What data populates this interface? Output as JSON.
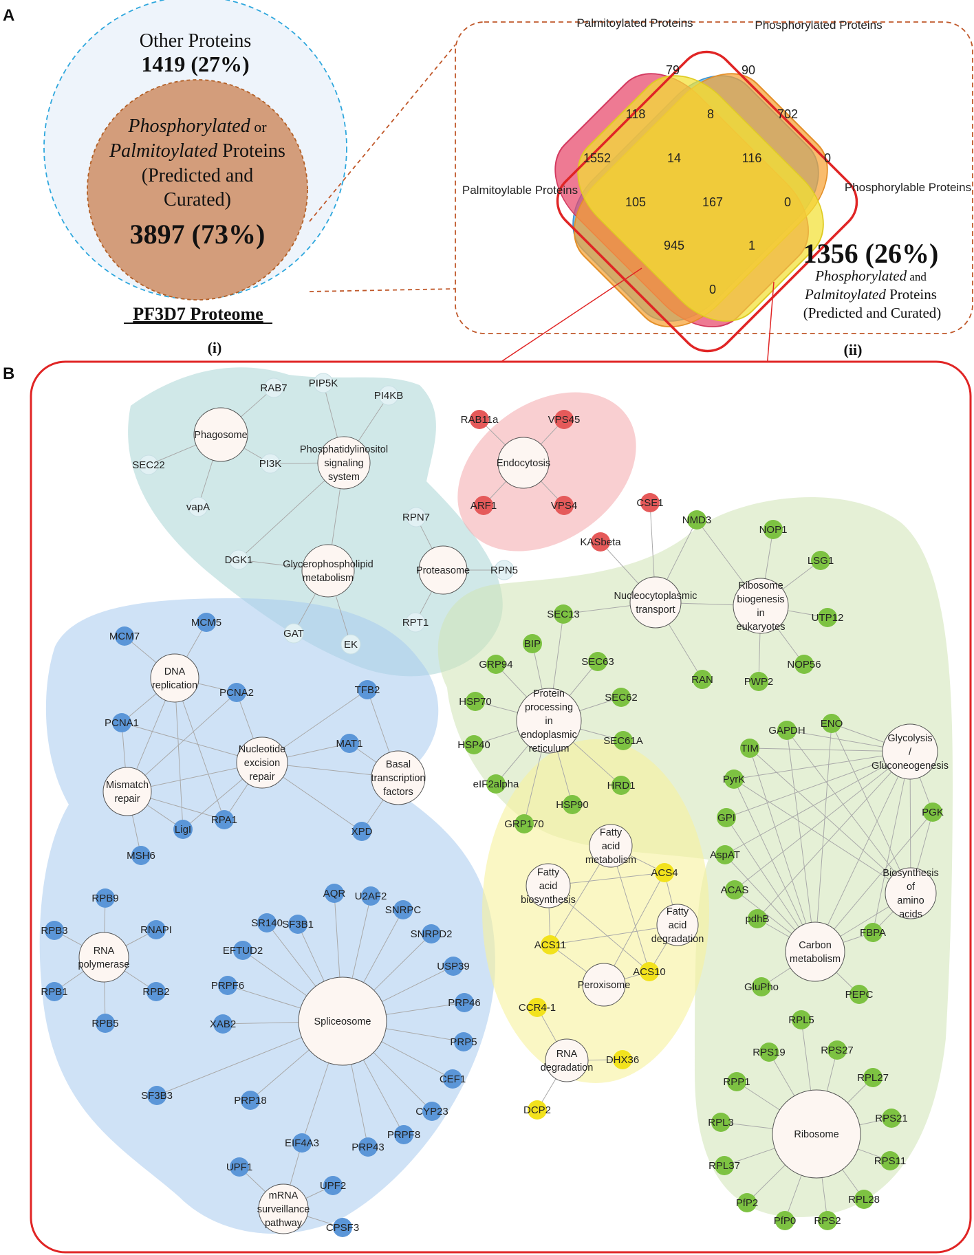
{
  "panels": {
    "a": "A",
    "b": "B",
    "i": "(i)",
    "ii": "(ii)"
  },
  "proteome": {
    "other_label": "Other Proteins",
    "other_count": "1419 (27%)",
    "inner_line1_italic": "Phosphorylated",
    "inner_line1_rest": " or",
    "inner_line2_italic": "Palmitoylated",
    "inner_line2_rest": " Proteins",
    "inner_line3": "(Predicted and",
    "inner_line4": "Curated)",
    "inner_count": "3897 (73%)",
    "caption": "PF3D7 Proteome"
  },
  "venn": {
    "set_labels": {
      "palmitoylated": "Palmitoylated Proteins",
      "phosphorylated": "Phosphorylated Proteins",
      "palmitoylable": "Palmitoylable Proteins",
      "phosphorylable": "Phosphorylable Proteins"
    },
    "counts": [
      "79",
      "90",
      "118",
      "8",
      "702",
      "1552",
      "14",
      "116",
      "0",
      "105",
      "167",
      "0",
      "945",
      "1",
      "0"
    ],
    "highlight_count": "1356 (26%)",
    "highlight_line1_italic": "Phosphorylated",
    "highlight_line1_rest": " and",
    "highlight_line2_italic": "Palmitoylated",
    "highlight_line2_rest": " Proteins",
    "highlight_line3": "(Predicted and Curated)"
  },
  "colors": {
    "blue_node": "#5b96d8",
    "green_node": "#7dc242",
    "red_node": "#e55a5a",
    "yellow_node": "#f2e21d",
    "hub_fill": "#fdf6f2",
    "frame_red": "#e02525",
    "venn_blue": "#4aa8e6",
    "venn_red": "#e8466a",
    "venn_orange": "#f7a234",
    "venn_yellow": "#f3e033"
  },
  "network": {
    "hubs": [
      {
        "id": "phago",
        "lines": [
          "Phagosome"
        ]
      },
      {
        "id": "pis",
        "lines": [
          "Phosphatidylinositol",
          "signaling",
          "system"
        ]
      },
      {
        "id": "glyc",
        "lines": [
          "Glycerophospholipid",
          "metabolism"
        ]
      },
      {
        "id": "prot",
        "lines": [
          "Proteasome"
        ]
      },
      {
        "id": "endo",
        "lines": [
          "Endocytosis"
        ]
      },
      {
        "id": "nct",
        "lines": [
          "Nucleocytoplasmic",
          "transport"
        ]
      },
      {
        "id": "ribbio",
        "lines": [
          "Ribosome",
          "biogenesis",
          "in",
          "eukaryotes"
        ]
      },
      {
        "id": "dna",
        "lines": [
          "DNA",
          "replication"
        ]
      },
      {
        "id": "ner",
        "lines": [
          "Nucleotide",
          "excision",
          "repair"
        ]
      },
      {
        "id": "mmr",
        "lines": [
          "Mismatch",
          "repair"
        ]
      },
      {
        "id": "btf",
        "lines": [
          "Basal",
          "transcription",
          "factors"
        ]
      },
      {
        "id": "ppe",
        "lines": [
          "Protein",
          "processing",
          "in",
          "endoplasmic",
          "reticulum"
        ]
      },
      {
        "id": "glycolysis",
        "lines": [
          "Glycolysis",
          "/",
          "Gluconeogenesis"
        ]
      },
      {
        "id": "fam",
        "lines": [
          "Fatty",
          "acid",
          "metabolism"
        ]
      },
      {
        "id": "fab",
        "lines": [
          "Fatty",
          "acid",
          "biosynthesis"
        ]
      },
      {
        "id": "fad",
        "lines": [
          "Fatty",
          "acid",
          "degradation"
        ]
      },
      {
        "id": "perox",
        "lines": [
          "Peroxisome"
        ]
      },
      {
        "id": "rnadeg",
        "lines": [
          "RNA",
          "degradation"
        ]
      },
      {
        "id": "aa",
        "lines": [
          "Biosynthesis",
          "of",
          "amino",
          "acids"
        ]
      },
      {
        "id": "carbon",
        "lines": [
          "Carbon",
          "metabolism"
        ]
      },
      {
        "id": "rnapol",
        "lines": [
          "RNA",
          "polymerase"
        ]
      },
      {
        "id": "splice",
        "lines": [
          "Spliceosome"
        ]
      },
      {
        "id": "ribo",
        "lines": [
          "Ribosome"
        ]
      },
      {
        "id": "mrna",
        "lines": [
          "mRNA",
          "surveillance",
          "pathway"
        ]
      }
    ],
    "genes": [
      {
        "label": "RAB7",
        "group": "teal"
      },
      {
        "label": "PIP5K",
        "group": "teal"
      },
      {
        "label": "PI4KB",
        "group": "teal"
      },
      {
        "label": "SEC22",
        "group": "teal"
      },
      {
        "label": "PI3K",
        "group": "teal"
      },
      {
        "label": "vapA",
        "group": "teal"
      },
      {
        "label": "DGK1",
        "group": "teal"
      },
      {
        "label": "RPN7",
        "group": "teal"
      },
      {
        "label": "RPN5",
        "group": "teal"
      },
      {
        "label": "RPT1",
        "group": "teal"
      },
      {
        "label": "GAT",
        "group": "teal"
      },
      {
        "label": "EK",
        "group": "teal"
      },
      {
        "label": "RAB11a",
        "group": "red"
      },
      {
        "label": "VPS45",
        "group": "red"
      },
      {
        "label": "ARF1",
        "group": "red"
      },
      {
        "label": "VPS4",
        "group": "red"
      },
      {
        "label": "CSE1",
        "group": "red"
      },
      {
        "label": "KASbeta",
        "group": "red"
      },
      {
        "label": "NMD3",
        "group": "green"
      },
      {
        "label": "NOP1",
        "group": "green"
      },
      {
        "label": "LSG1",
        "group": "green"
      },
      {
        "label": "UTP12",
        "group": "green"
      },
      {
        "label": "NOP56",
        "group": "green"
      },
      {
        "label": "PWP2",
        "group": "green"
      },
      {
        "label": "RAN",
        "group": "green"
      },
      {
        "label": "SEC13",
        "group": "green"
      },
      {
        "label": "BIP",
        "group": "green"
      },
      {
        "label": "GRP94",
        "group": "green"
      },
      {
        "label": "SEC63",
        "group": "green"
      },
      {
        "label": "SEC62",
        "group": "green"
      },
      {
        "label": "HSP70",
        "group": "green"
      },
      {
        "label": "HSP40",
        "group": "green"
      },
      {
        "label": "SEC61A",
        "group": "green"
      },
      {
        "label": "eIF2alpha",
        "group": "green"
      },
      {
        "label": "HRD1",
        "group": "green"
      },
      {
        "label": "HSP90",
        "group": "green"
      },
      {
        "label": "GRP170",
        "group": "green"
      },
      {
        "label": "GAPDH",
        "group": "green"
      },
      {
        "label": "ENO",
        "group": "green"
      },
      {
        "label": "TIM",
        "group": "green"
      },
      {
        "label": "PyrK",
        "group": "green"
      },
      {
        "label": "GPI",
        "group": "green"
      },
      {
        "label": "PGK",
        "group": "green"
      },
      {
        "label": "AspAT",
        "group": "green"
      },
      {
        "label": "ACAS",
        "group": "green"
      },
      {
        "label": "pdhB",
        "group": "green"
      },
      {
        "label": "FBPA",
        "group": "green"
      },
      {
        "label": "GluPho",
        "group": "green"
      },
      {
        "label": "PEPC",
        "group": "green"
      },
      {
        "label": "RPL5",
        "group": "green"
      },
      {
        "label": "RPS19",
        "group": "green"
      },
      {
        "label": "RPS27",
        "group": "green"
      },
      {
        "label": "RPP1",
        "group": "green"
      },
      {
        "label": "RPL27",
        "group": "green"
      },
      {
        "label": "RPL3",
        "group": "green"
      },
      {
        "label": "RPS21",
        "group": "green"
      },
      {
        "label": "RPL37",
        "group": "green"
      },
      {
        "label": "RPS11",
        "group": "green"
      },
      {
        "label": "PfP2",
        "group": "green"
      },
      {
        "label": "RPL28",
        "group": "green"
      },
      {
        "label": "PfP0",
        "group": "green"
      },
      {
        "label": "RPS2",
        "group": "green"
      },
      {
        "label": "ACS4",
        "group": "yellow"
      },
      {
        "label": "ACS11",
        "group": "yellow"
      },
      {
        "label": "ACS10",
        "group": "yellow"
      },
      {
        "label": "CCR4-1",
        "group": "yellow"
      },
      {
        "label": "DHX36",
        "group": "yellow"
      },
      {
        "label": "DCP2",
        "group": "yellow"
      },
      {
        "label": "MCM5",
        "group": "blue"
      },
      {
        "label": "MCM7",
        "group": "blue"
      },
      {
        "label": "PCNA2",
        "group": "blue"
      },
      {
        "label": "TFB2",
        "group": "blue"
      },
      {
        "label": "PCNA1",
        "group": "blue"
      },
      {
        "label": "MAT1",
        "group": "blue"
      },
      {
        "label": "LigI",
        "group": "blue"
      },
      {
        "label": "RPA1",
        "group": "blue"
      },
      {
        "label": "XPD",
        "group": "blue"
      },
      {
        "label": "MSH6",
        "group": "blue"
      },
      {
        "label": "RPB9",
        "group": "blue"
      },
      {
        "label": "RPB3",
        "group": "blue"
      },
      {
        "label": "RNAPI",
        "group": "blue"
      },
      {
        "label": "RPB1",
        "group": "blue"
      },
      {
        "label": "RPB2",
        "group": "blue"
      },
      {
        "label": "RPB5",
        "group": "blue"
      },
      {
        "label": "SF3B1",
        "group": "blue"
      },
      {
        "label": "AQR",
        "group": "blue"
      },
      {
        "label": "U2AF2",
        "group": "blue"
      },
      {
        "label": "SR140",
        "group": "blue"
      },
      {
        "label": "SNRPC",
        "group": "blue"
      },
      {
        "label": "SNRPD2",
        "group": "blue"
      },
      {
        "label": "EFTUD2",
        "group": "blue"
      },
      {
        "label": "USP39",
        "group": "blue"
      },
      {
        "label": "PRPF6",
        "group": "blue"
      },
      {
        "label": "PRP46",
        "group": "blue"
      },
      {
        "label": "XAB2",
        "group": "blue"
      },
      {
        "label": "PRP5",
        "group": "blue"
      },
      {
        "label": "CEF1",
        "group": "blue"
      },
      {
        "label": "SF3B3",
        "group": "blue"
      },
      {
        "label": "CYP23",
        "group": "blue"
      },
      {
        "label": "PRP18",
        "group": "blue"
      },
      {
        "label": "PRPF8",
        "group": "blue"
      },
      {
        "label": "PRP43",
        "group": "blue"
      },
      {
        "label": "EIF4A3",
        "group": "blue"
      },
      {
        "label": "UPF1",
        "group": "blue"
      },
      {
        "label": "UPF2",
        "group": "blue"
      },
      {
        "label": "CPSF3",
        "group": "blue"
      }
    ]
  }
}
